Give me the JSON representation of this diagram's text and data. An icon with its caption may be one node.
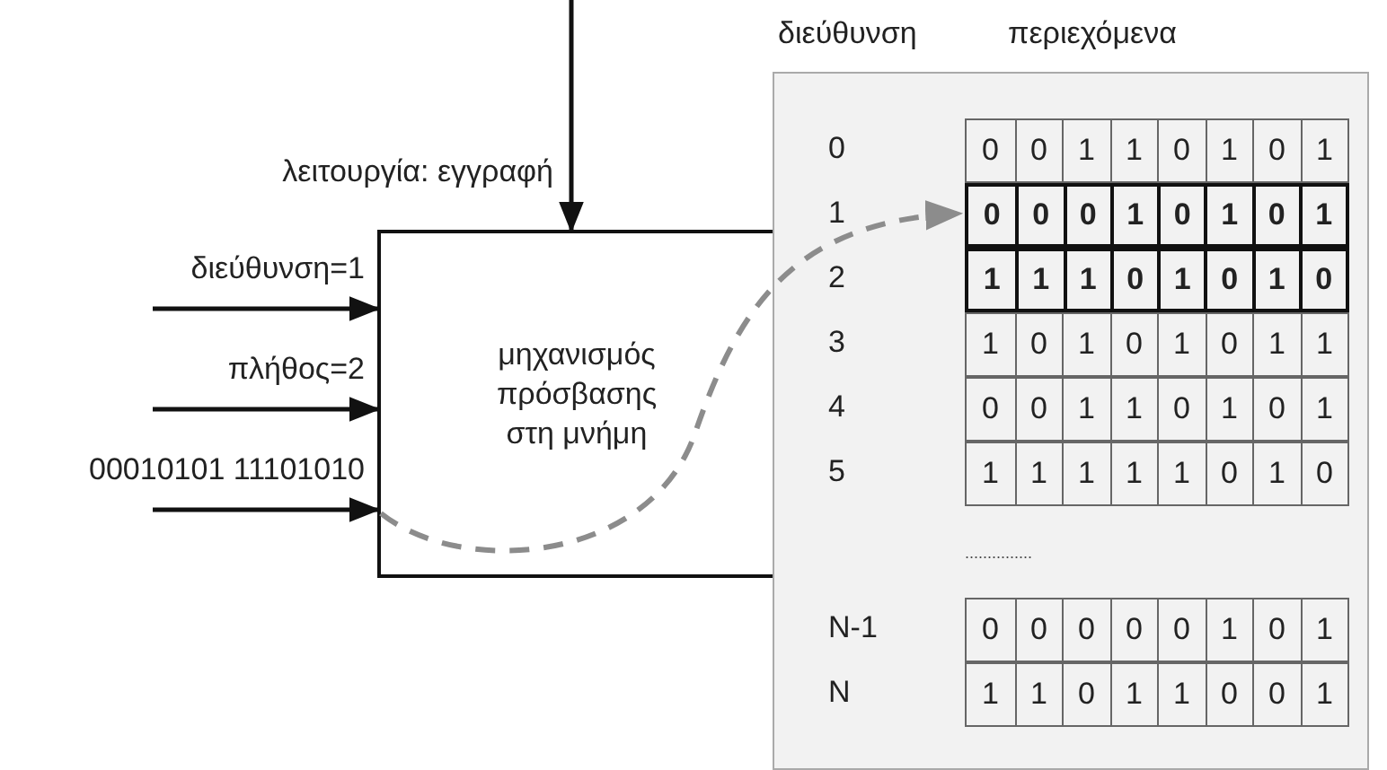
{
  "diagram": {
    "nodes": [
      {
        "text": [
          "μηχανισμός πρόσβασης στη μνήμη"
        ]
      },
      {
        "text": [
          "διεύθυνση",
          "περιεχόμενα"
        ]
      },
      {
        "text": [
          "0",
          "0",
          "1",
          "1",
          "0",
          "1",
          "0",
          "1"
        ],
        "in": 1
      },
      {
        "text": [
          "0",
          "0",
          "0",
          "1",
          "0",
          "1",
          "0",
          "1"
        ],
        "in": 1
      },
      {
        "text": [
          "1",
          "1",
          "1",
          "0",
          "1",
          "0",
          "1",
          "0"
        ],
        "in": 1
      },
      {
        "text": [
          "1",
          "0",
          "1",
          "0",
          "1",
          "0",
          "1",
          "1"
        ],
        "in": 1
      },
      {
        "text": [
          "0",
          "0",
          "1",
          "1",
          "0",
          "1",
          "0",
          "1"
        ],
        "in": 1
      },
      {
        "text": [
          "1",
          "1",
          "1",
          "1",
          "1",
          "0",
          "1",
          "0"
        ],
        "in": 1
      },
      {
        "text": [
          "0",
          "0",
          "0",
          "0",
          "0",
          "1",
          "0",
          "1"
        ],
        "in": 1
      },
      {
        "text": [
          "1",
          "1",
          "0",
          "1",
          "1",
          "0",
          "0",
          "1"
        ],
        "in": 1
      }
    ],
    "edges": [
      {
        "from": null,
        "to": 0,
        "arrow": "to",
        "label": "λειτουργία: εγγραφή"
      },
      {
        "from": null,
        "to": 0,
        "arrow": "to",
        "label": "διεύθυνση=1"
      },
      {
        "from": null,
        "to": 0,
        "arrow": "to",
        "label": "πλήθος=2"
      },
      {
        "from": null,
        "to": 0,
        "arrow": "to",
        "label": "00010101 11101010"
      },
      {
        "from": 0,
        "to": 3,
        "arrow": "to",
        "style": "dashed",
        "color": "#8c8c8c"
      }
    ],
    "labels": [
      "0",
      "1",
      "2",
      "3",
      "4",
      "5",
      "...............",
      "N-1",
      "N"
    ]
  }
}
